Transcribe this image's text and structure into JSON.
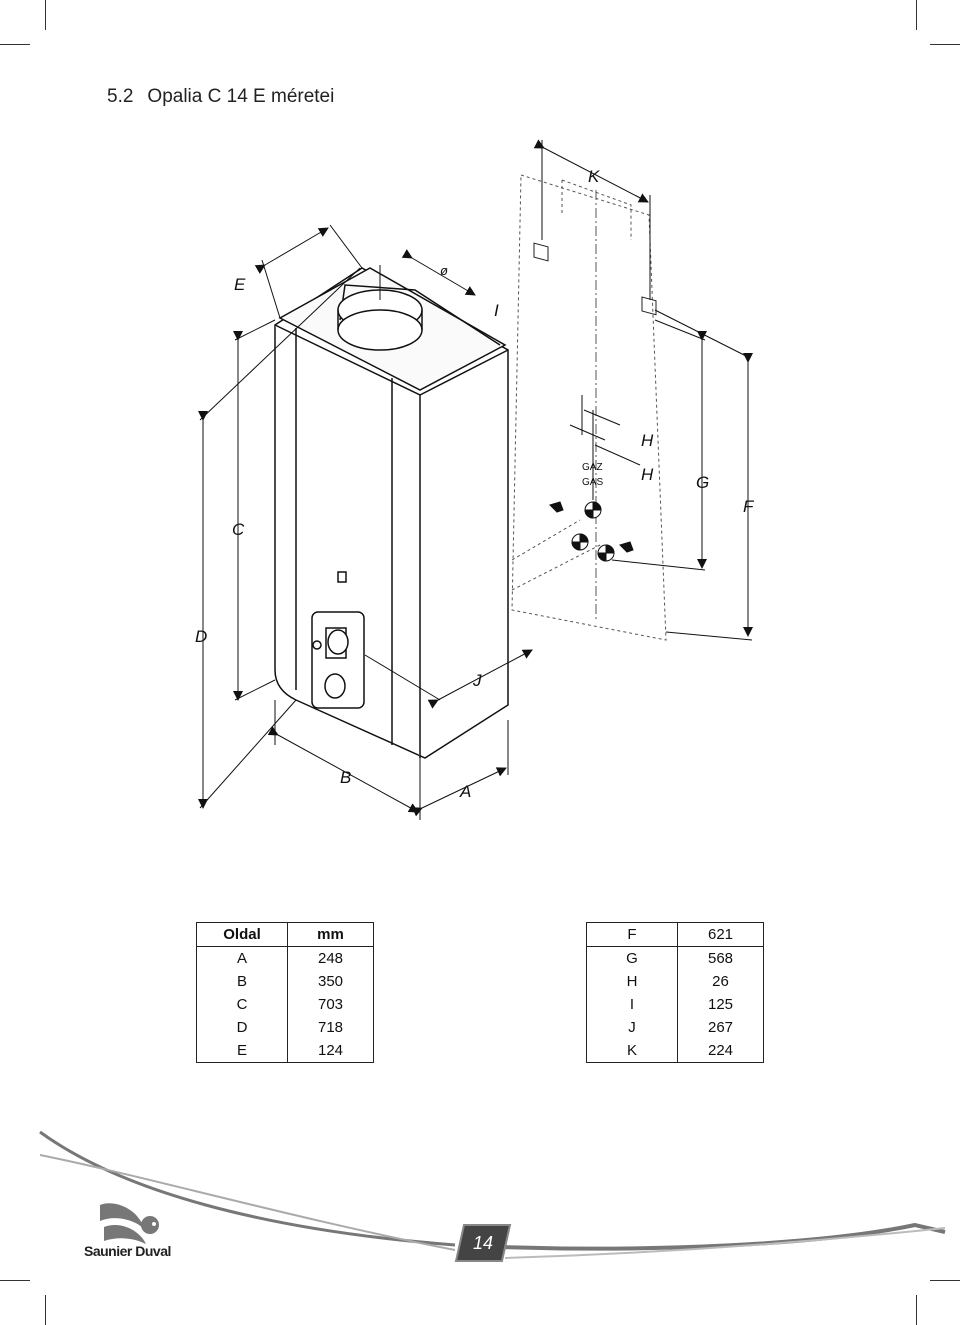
{
  "heading": {
    "number": "5.2",
    "title": "Opalia C 14 E méretei"
  },
  "diagram": {
    "labels": {
      "A": "A",
      "B": "B",
      "C": "C",
      "D": "D",
      "E": "E",
      "F": "F",
      "G": "G",
      "H1": "H",
      "H2": "H",
      "I": "I",
      "J": "J",
      "K": "K",
      "phi": "ø"
    },
    "gas_label_1": "GAZ",
    "gas_label_2": "GAS"
  },
  "table_left": {
    "headers": [
      "Oldal",
      "mm"
    ],
    "rows": [
      [
        "A",
        "248"
      ],
      [
        "B",
        "350"
      ],
      [
        "C",
        "703"
      ],
      [
        "D",
        "718"
      ],
      [
        "E",
        "124"
      ]
    ]
  },
  "table_right": {
    "rows": [
      [
        "F",
        "621"
      ],
      [
        "G",
        "568"
      ],
      [
        "H",
        "26"
      ],
      [
        "I",
        "125"
      ],
      [
        "J",
        "267"
      ],
      [
        "K",
        "224"
      ]
    ]
  },
  "footer": {
    "brand": "Saunier Duval",
    "page_number": "14"
  }
}
